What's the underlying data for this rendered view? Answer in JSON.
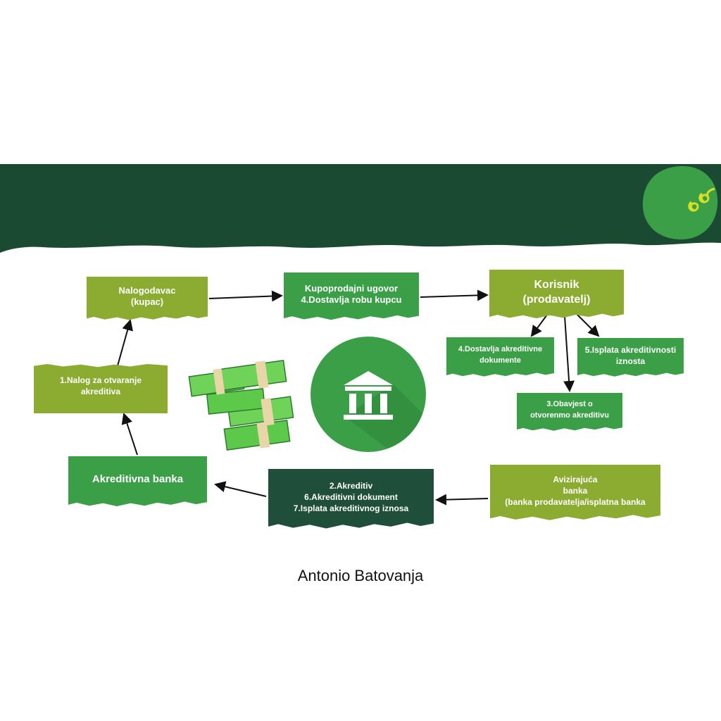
{
  "colors": {
    "banner": "#1b4a32",
    "olive": "#8bac30",
    "green": "#3b9f48",
    "dark": "#1f4f3b",
    "accent_yellow": "#d9e021"
  },
  "icons": {
    "logo": "green-circle-spiral-icon",
    "bank": "bank-building-icon",
    "money": "money-stack-icon"
  },
  "nodes": {
    "nalogodavac": [
      "Nalogodavac",
      "(kupac)"
    ],
    "kupoprodajni": [
      "Kupoprodajni ugovor",
      "4.Dostavlja robu kupcu"
    ],
    "korisnik": [
      "Korisnik",
      "(prodavatelj)"
    ],
    "dostavlja_dok": [
      "4.Dostavlja akreditivne",
      "dokumente"
    ],
    "isplata": [
      "5.Isplata akreditivnosti",
      "iznosta"
    ],
    "obavijest": [
      "3.Obavjest o",
      "otvorenmo akreditivu"
    ],
    "nalog": [
      "1.Nalog za otvaranje",
      "akreditiva"
    ],
    "akreditivna_banka": [
      "Akreditivna banka"
    ],
    "akreditiv": [
      "2.Akreditiv",
      "6.Akreditivni dokument",
      "7.Isplata akreditivnog iznosa"
    ],
    "avizirajuca": [
      "Avizirajuća",
      "banka",
      "(banka prodavatelja/isplatna banka"
    ]
  },
  "author": "Antonio Batovanja"
}
